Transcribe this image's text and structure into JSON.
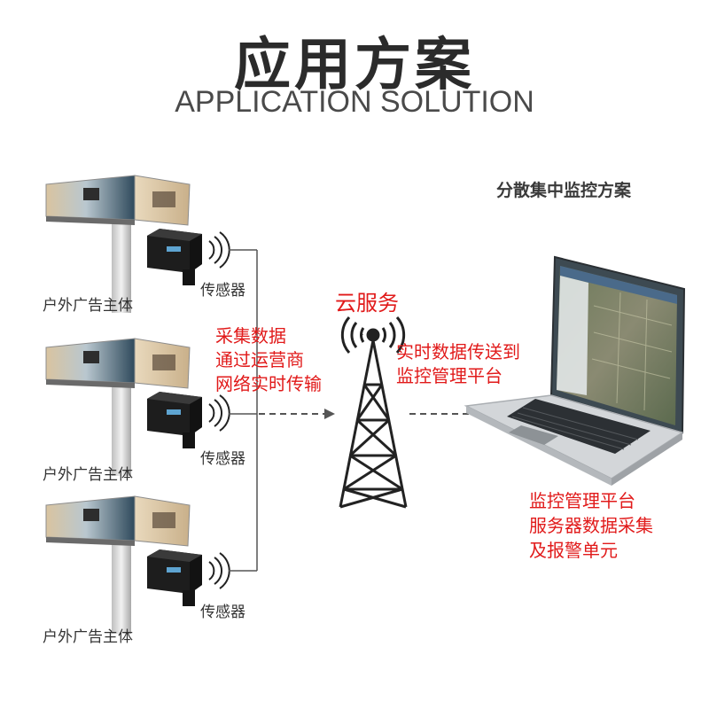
{
  "header": {
    "title": "应用方案",
    "subtitle": "APPLICATION SOLUTION"
  },
  "scheme_title": "分散集中监控方案",
  "cloud_label": "云服务",
  "collect_text": [
    "采集数据",
    "通过运营商",
    "网络实时传输"
  ],
  "transfer_text": [
    "实时数据传送到",
    "监控管理平台"
  ],
  "platform_text": [
    "监控管理平台",
    "服务器数据采集",
    "及报警单元"
  ],
  "sites": [
    {
      "ad_label": "户外广告主体",
      "sensor_label": "传感器"
    },
    {
      "ad_label": "户外广告主体",
      "sensor_label": "传感器"
    },
    {
      "ad_label": "户外广告主体",
      "sensor_label": "传感器"
    }
  ],
  "colors": {
    "accent_red": "#e11a1a",
    "text_dark": "#2b2b2b",
    "line_gray": "#555555"
  }
}
